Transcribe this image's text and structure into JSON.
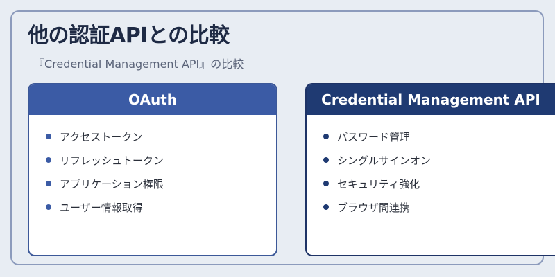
{
  "title": "他の認証APIとの比較",
  "subtitle": "『Credential Management API』の比較",
  "cards": [
    {
      "header": "OAuth",
      "items": [
        "アクセストークン",
        "リフレッシュトークン",
        "アプリケーション権限",
        "ユーザー情報取得"
      ]
    },
    {
      "header": "Credential Management API",
      "items": [
        "パスワード管理",
        "シングルサインオン",
        "セキュリティ強化",
        "ブラウザ間連携"
      ]
    }
  ],
  "colors": {
    "background": "#e8edf3",
    "frame_border": "#8c9bbc",
    "oauth_accent": "#3b5ba5",
    "cmapi_accent": "#1f3a72",
    "title_text": "#1e2a44"
  }
}
